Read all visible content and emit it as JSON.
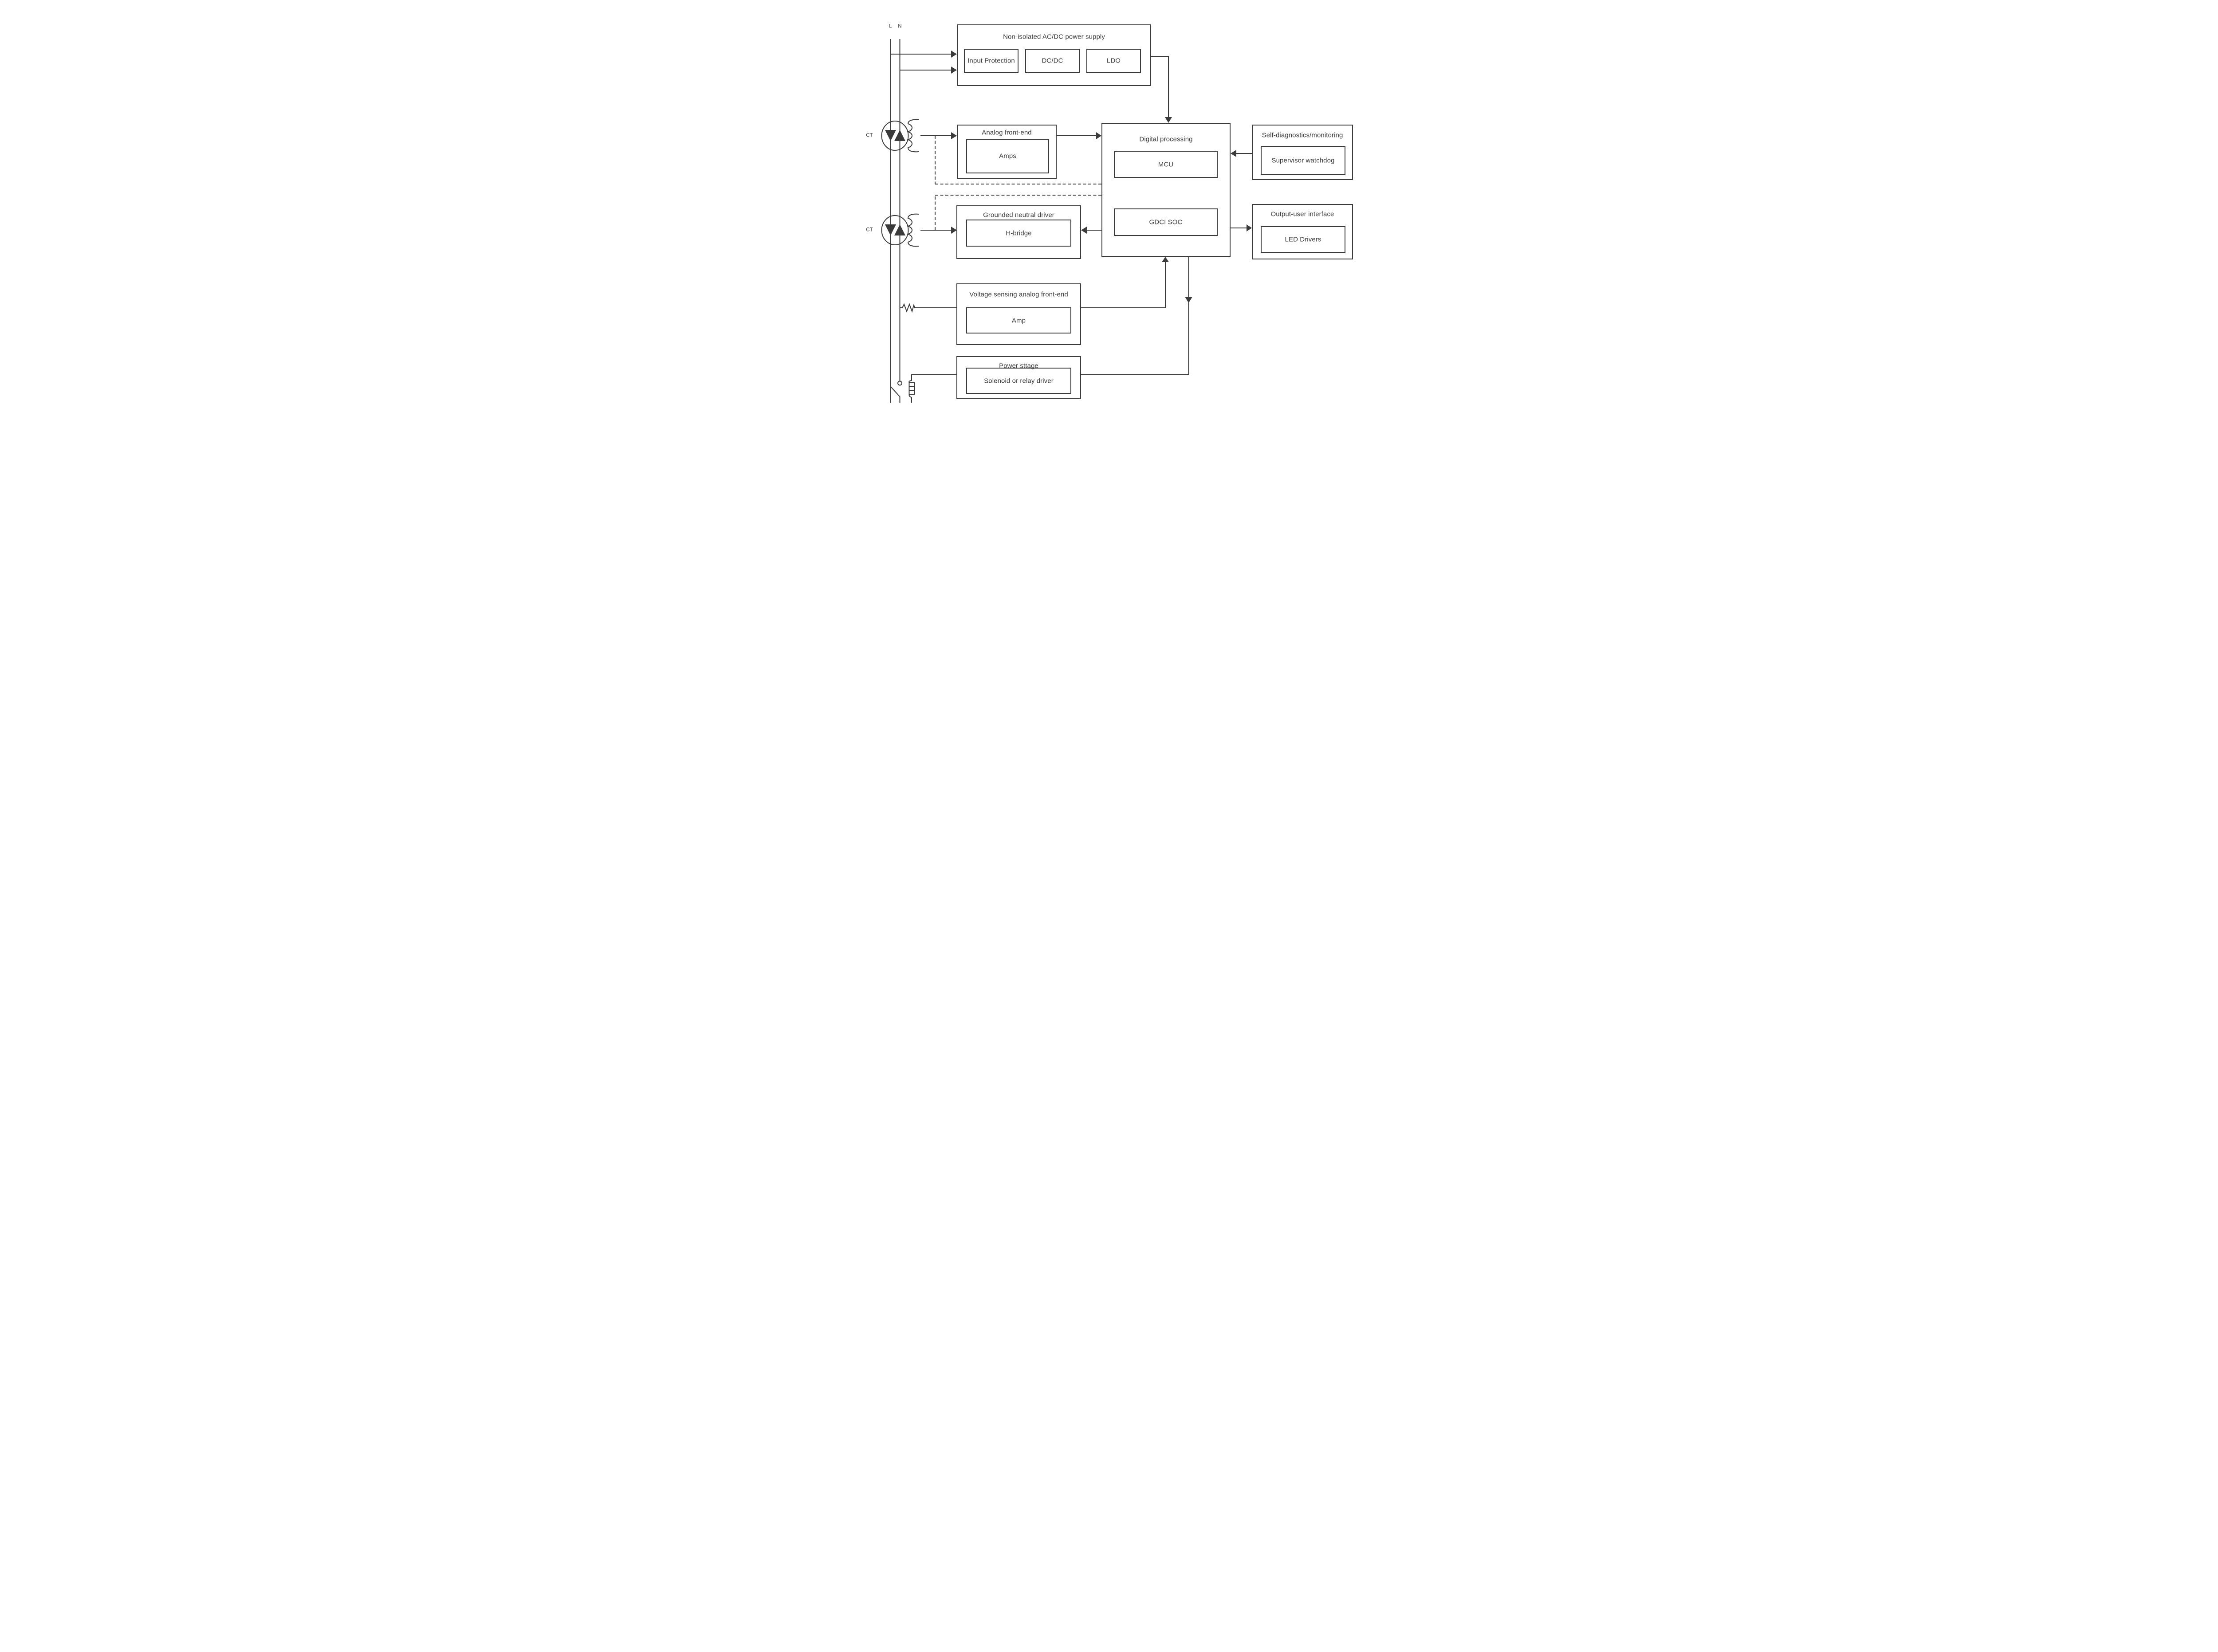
{
  "mains": {
    "l_label": "L",
    "n_label": "N",
    "ct_top_label": "CT",
    "ct_bottom_label": "CT"
  },
  "power_supply": {
    "title": "Non-isolated AC/DC power supply",
    "input_protection": "Input Protection",
    "dc_dc": "DC/DC",
    "ldo": "LDO"
  },
  "analog_front_end": {
    "title": "Analog front-end",
    "amps": "Amps"
  },
  "digital_processing": {
    "title": "Digital processing",
    "mcu": "MCU",
    "gdci_soc": "GDCI SOC"
  },
  "self_diagnostics": {
    "title": "Self-diagnostics/monitoring",
    "watchdog": "Supervisor watchdog"
  },
  "grounded_neutral_driver": {
    "title": "Grounded neutral driver",
    "h_bridge": "H-bridge"
  },
  "output_user_interface": {
    "title": "Output-user interface",
    "led_drivers": "LED Drivers"
  },
  "voltage_sensing_afe": {
    "title": "Voltage sensing analog front-end",
    "amp": "Amp"
  },
  "power_stage": {
    "title": "Power sttage",
    "solenoid_driver": "Solenoid or relay driver"
  },
  "colors": {
    "stroke": "#3b3b3b",
    "background": "#ffffff"
  }
}
